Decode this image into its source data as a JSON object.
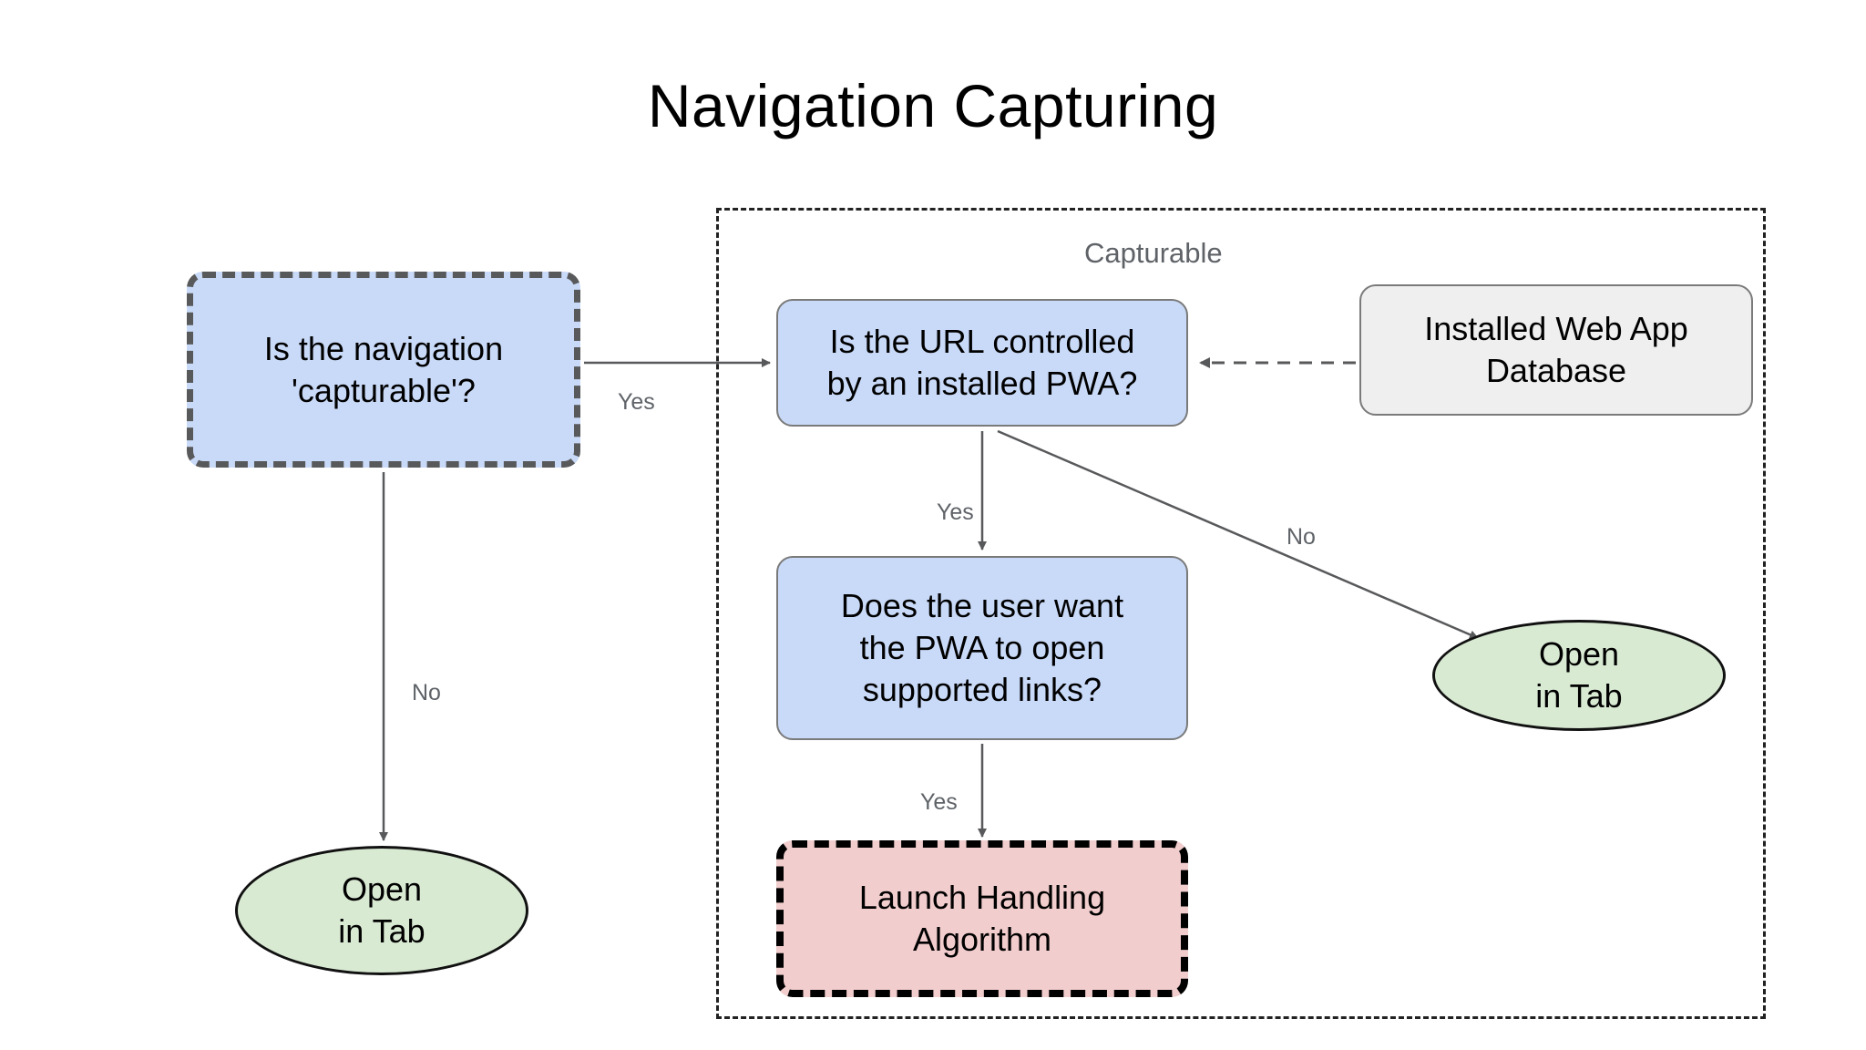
{
  "title": "Navigation Capturing",
  "colors": {
    "decision_fill": "#c9daf8",
    "data_fill": "#efefef",
    "process_fill": "#f2cdcd",
    "terminal_fill": "#d9ead3",
    "edge_stroke": "#58595b",
    "label_text": "#5f6368",
    "group_border": "#222222"
  },
  "group": {
    "label": "Capturable"
  },
  "nodes": {
    "capturable_question": {
      "label": "Is the navigation\n'capturable'?",
      "shape": "rounded-rect",
      "border": "dashed-gray",
      "fill": "#c9daf8"
    },
    "url_question": {
      "label": "Is the URL controlled\nby an installed PWA?",
      "shape": "rounded-rect",
      "border": "thin-gray",
      "fill": "#c9daf8"
    },
    "installed_db": {
      "label": "Installed Web App\nDatabase",
      "shape": "rounded-rect",
      "border": "thin-gray",
      "fill": "#efefef"
    },
    "user_question": {
      "label": "Does the user want\nthe PWA to open\nsupported links?",
      "shape": "rounded-rect",
      "border": "thin-gray",
      "fill": "#c9daf8"
    },
    "launch_handling": {
      "label": "Launch Handling\nAlgorithm",
      "shape": "rounded-rect",
      "border": "dashed-black",
      "fill": "#f2cdcd"
    },
    "open_in_tab_left": {
      "label": "Open\nin Tab",
      "shape": "ellipse",
      "border": "solid-black",
      "fill": "#d9ead3"
    },
    "open_in_tab_right": {
      "label": "Open\nin Tab",
      "shape": "ellipse",
      "border": "solid-black",
      "fill": "#d9ead3"
    }
  },
  "edges": [
    {
      "from": "capturable_question",
      "to": "url_question",
      "label": "Yes",
      "style": "solid"
    },
    {
      "from": "capturable_question",
      "to": "open_in_tab_left",
      "label": "No",
      "style": "solid"
    },
    {
      "from": "url_question",
      "to": "user_question",
      "label": "Yes",
      "style": "solid"
    },
    {
      "from": "url_question",
      "to": "open_in_tab_right",
      "label": "No",
      "style": "solid"
    },
    {
      "from": "user_question",
      "to": "launch_handling",
      "label": "Yes",
      "style": "solid"
    },
    {
      "from": "installed_db",
      "to": "url_question",
      "label": "",
      "style": "dashed"
    }
  ],
  "edge_labels": {
    "yes_capturable": "Yes",
    "no_capturable": "No",
    "yes_url": "Yes",
    "no_url": "No",
    "yes_user": "Yes"
  }
}
